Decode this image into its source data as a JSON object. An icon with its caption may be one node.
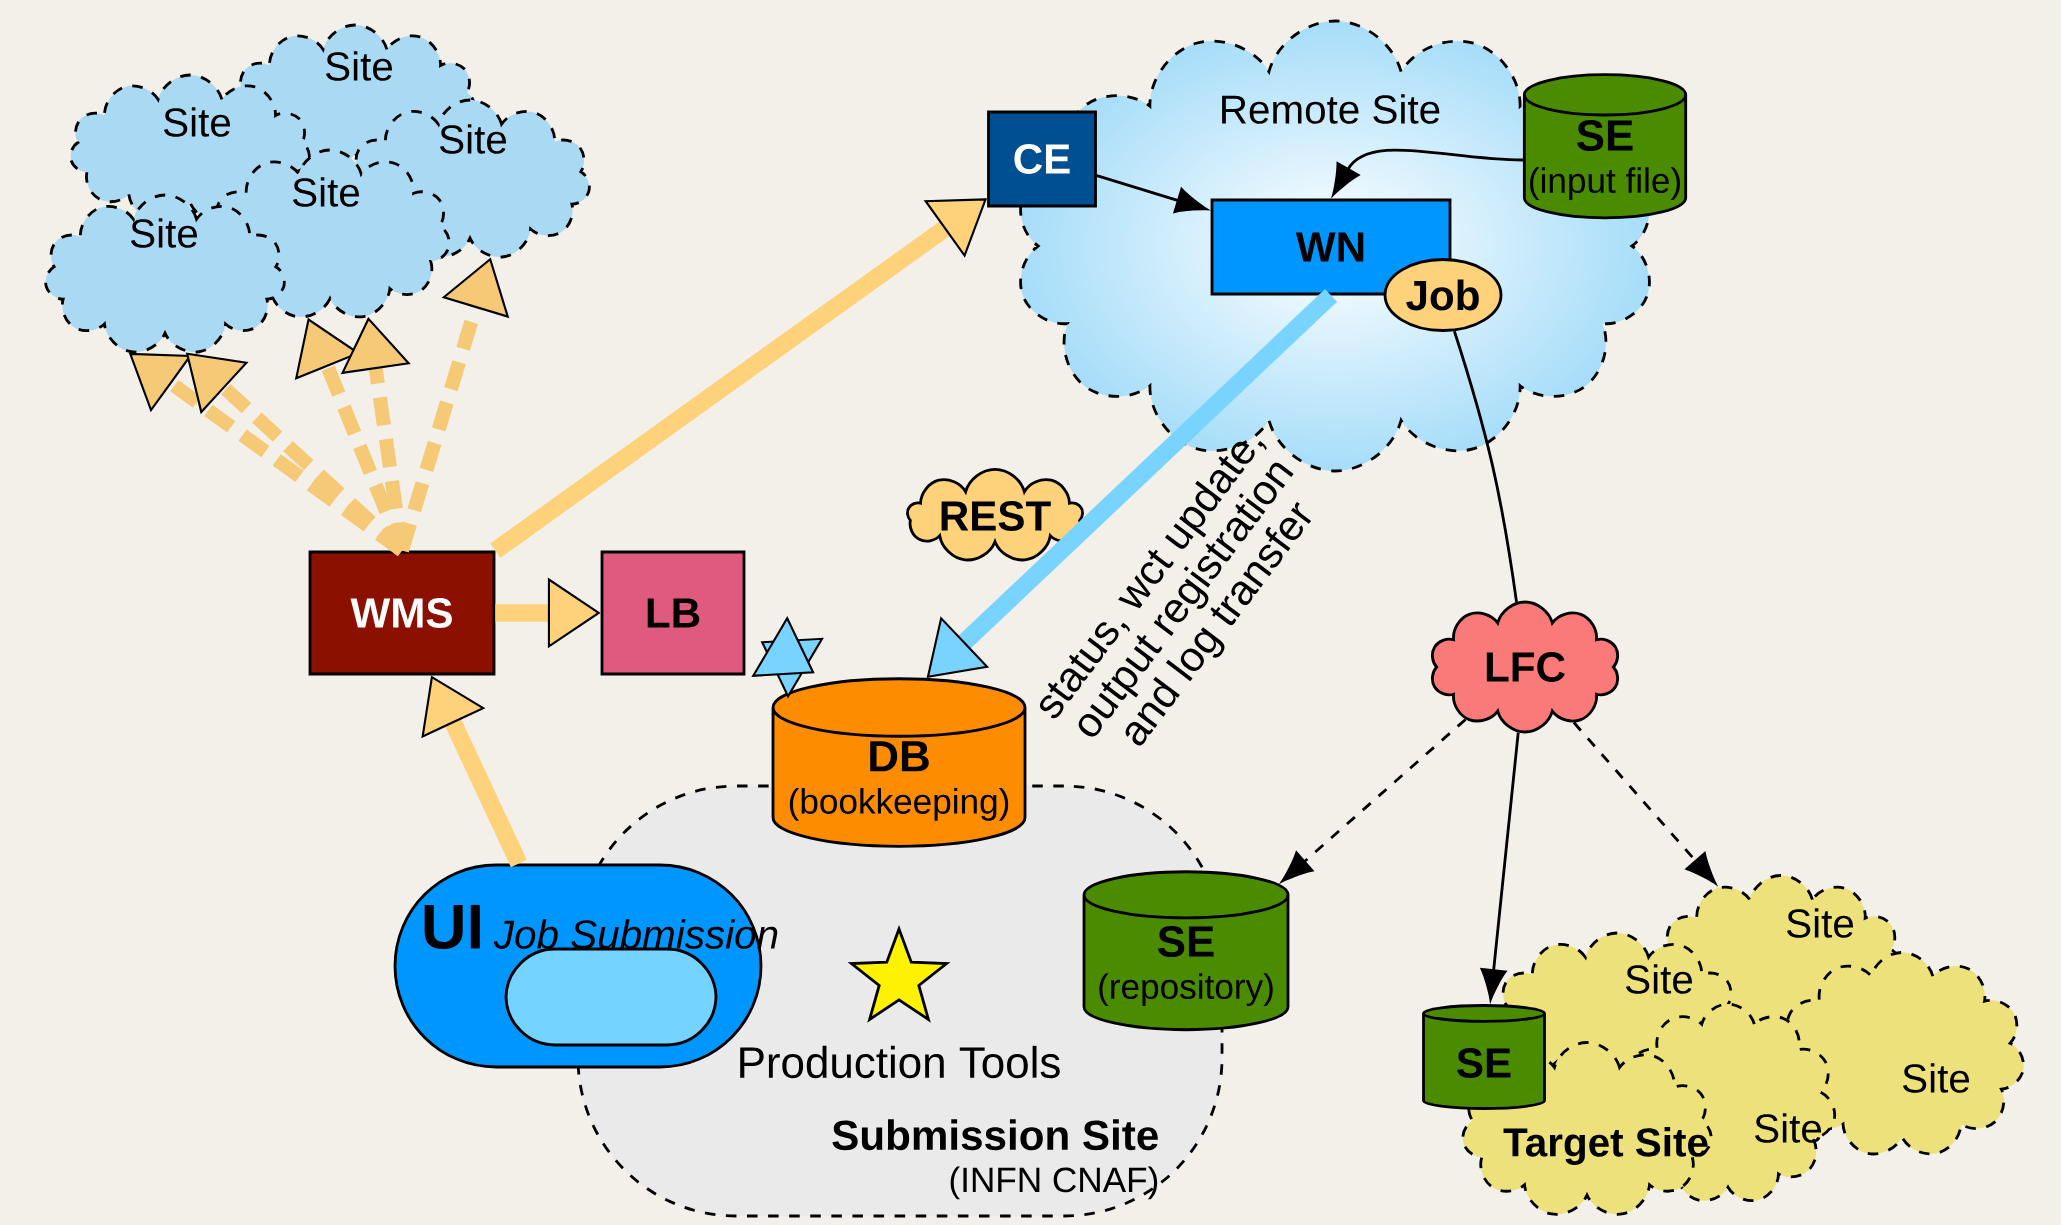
{
  "diagram": {
    "nodes": [
      {
        "text": [
          "Site"
        ]
      },
      {
        "text": [
          "Site"
        ]
      },
      {
        "text": [
          "Site"
        ]
      },
      {
        "text": [
          "Site"
        ]
      },
      {
        "text": [
          "Site"
        ]
      },
      {
        "text": [
          "Remote Site"
        ]
      },
      {
        "text": [
          "CE"
        ]
      },
      {
        "text": [
          "SE",
          "(input file)"
        ]
      },
      {
        "text": [
          "WN"
        ],
        "in": 5
      },
      {
        "text": [
          "Job"
        ],
        "in": 5
      },
      {
        "text": [
          "REST"
        ]
      },
      {
        "text": [
          "WMS"
        ]
      },
      {
        "text": [
          "LB"
        ]
      },
      {
        "text": [
          "LFC"
        ]
      },
      {
        "text": [
          "DB",
          "(bookkeeping)"
        ]
      },
      {
        "text": [
          "Submission Site",
          "(INFN CNAF)"
        ]
      },
      {
        "text": [
          "UI",
          "Job Submission"
        ]
      },
      {
        "text": [],
        "shape": "box",
        "in": 16
      },
      {
        "text": [
          "SE",
          "(repository)"
        ]
      },
      {
        "text": [
          "Site"
        ]
      },
      {
        "text": [
          "Site"
        ]
      },
      {
        "text": [
          "Site"
        ]
      },
      {
        "text": [
          "Site"
        ]
      },
      {
        "text": [
          "Target Site"
        ]
      },
      {
        "text": [
          "SE"
        ]
      }
    ],
    "edges": [
      {
        "from": 11,
        "to": 4,
        "arrow": "to",
        "style": "dashed",
        "color": "#f6c977"
      },
      {
        "from": 11,
        "to": 4,
        "arrow": "to",
        "style": "dashed",
        "color": "#f6c977"
      },
      {
        "from": 11,
        "to": 3,
        "arrow": "to",
        "style": "dashed",
        "color": "#f6c977"
      },
      {
        "from": 11,
        "to": 3,
        "arrow": "to",
        "style": "dashed",
        "color": "#f6c977"
      },
      {
        "from": 11,
        "to": 2,
        "arrow": "to",
        "style": "dashed",
        "color": "#f6c977"
      },
      {
        "from": 11,
        "to": 6,
        "arrow": "to",
        "color": "#fdd27a"
      },
      {
        "from": 11,
        "to": 12,
        "arrow": "to",
        "color": "#fdd27a"
      },
      {
        "from": 16,
        "to": 11,
        "arrow": "to",
        "color": "#fdd27a"
      },
      {
        "from": 12,
        "to": 14,
        "arrow": "both",
        "color": "#78d4ff"
      },
      {
        "from": 8,
        "to": 14,
        "arrow": "to",
        "color": "#78d4ff",
        "label": "status, wct update, output registration and log transfer"
      },
      {
        "from": 6,
        "to": 8,
        "arrow": "to"
      },
      {
        "from": 7,
        "to": 8,
        "arrow": "to"
      },
      {
        "from": 9,
        "to": 13,
        "arrow": "none"
      },
      {
        "from": 13,
        "to": 18,
        "arrow": "to",
        "style": "dashed"
      },
      {
        "from": 13,
        "to": 24,
        "arrow": "to"
      },
      {
        "from": 13,
        "to": 19,
        "arrow": "to",
        "style": "dashed"
      }
    ],
    "labels": [
      "Production Tools"
    ]
  }
}
